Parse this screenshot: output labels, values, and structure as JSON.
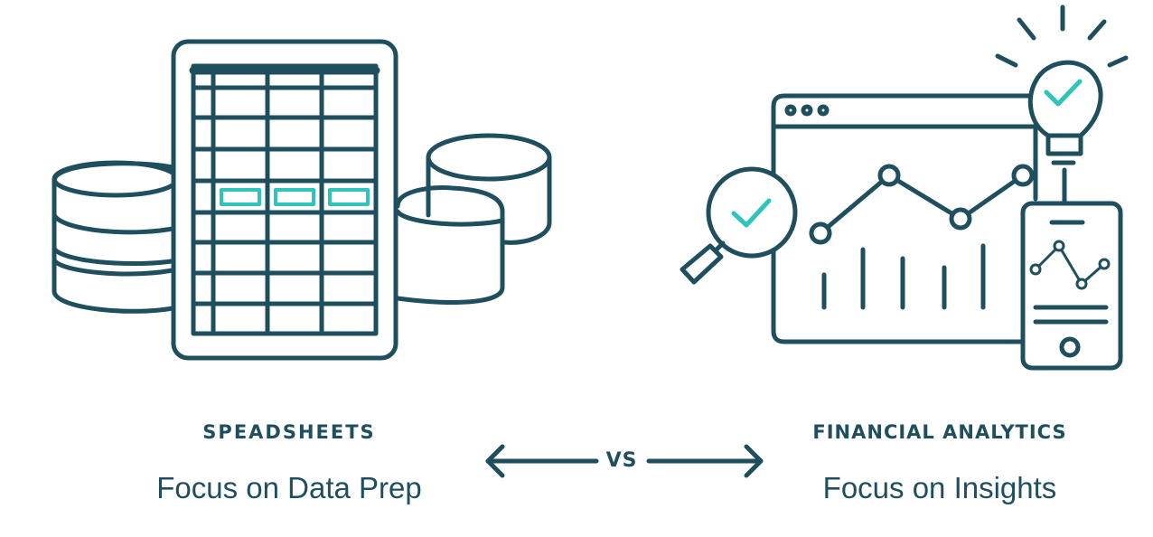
{
  "left": {
    "title": "SPEADSHEETS",
    "subtitle": "Focus on Data Prep"
  },
  "right": {
    "title": "FINANCIAL ANALYTICS",
    "subtitle": "Focus on Insights"
  },
  "comparison": {
    "label": "VS"
  },
  "colors": {
    "stroke": "#1f4f5e",
    "accent": "#2ec4bb"
  }
}
